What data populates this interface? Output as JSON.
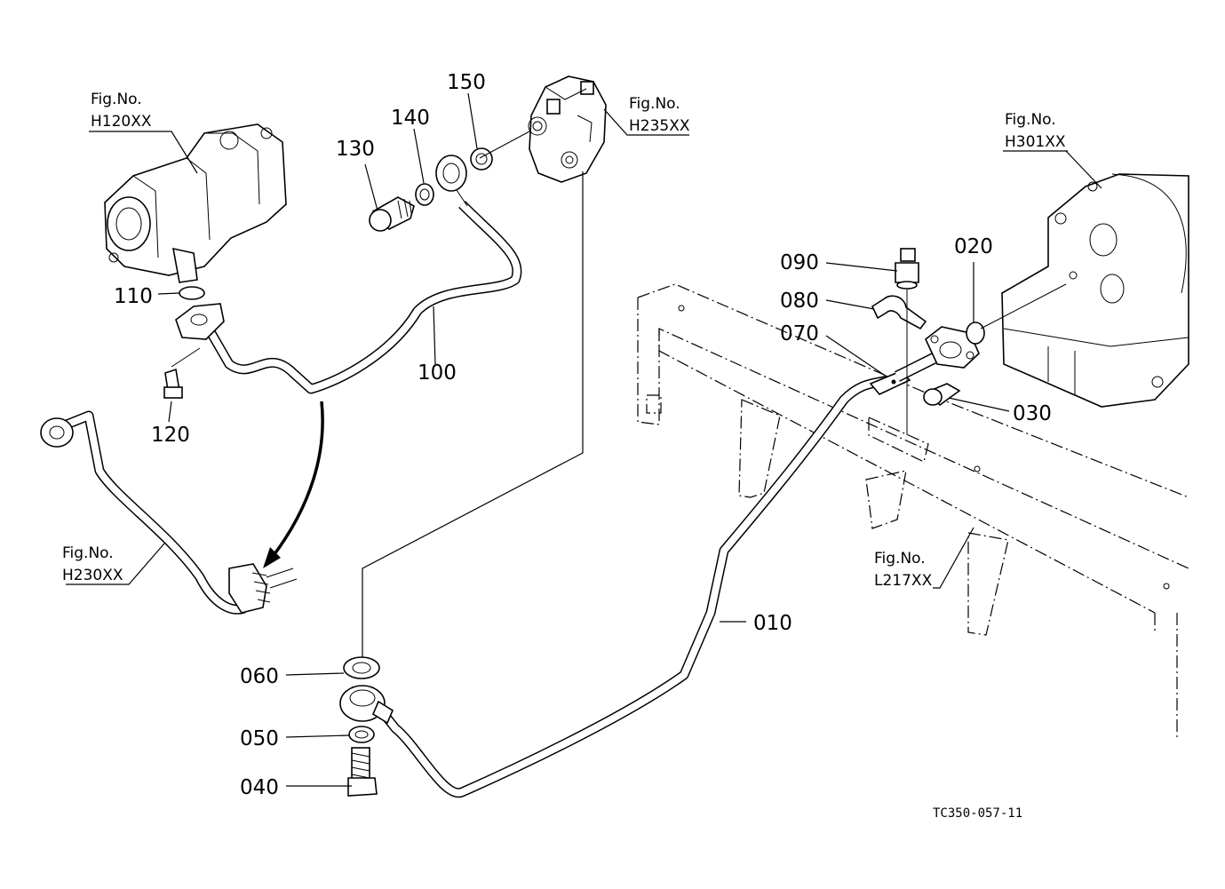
{
  "callouts": {
    "p010": "010",
    "p020": "020",
    "p030": "030",
    "p040": "040",
    "p050": "050",
    "p060": "060",
    "p070": "070",
    "p080": "080",
    "p090": "090",
    "p100": "100",
    "p110": "110",
    "p120": "120",
    "p130": "130",
    "p140": "140",
    "p150": "150"
  },
  "figure_refs": {
    "h120": {
      "label": "Fig.No.",
      "code": "H120XX"
    },
    "h235": {
      "label": "Fig.No.",
      "code": "H235XX"
    },
    "h301": {
      "label": "Fig.No.",
      "code": "H301XX"
    },
    "h230": {
      "label": "Fig.No.",
      "code": "H230XX"
    },
    "l217": {
      "label": "Fig.No.",
      "code": "L217XX"
    }
  },
  "drawing_code": "TC350-057-11"
}
